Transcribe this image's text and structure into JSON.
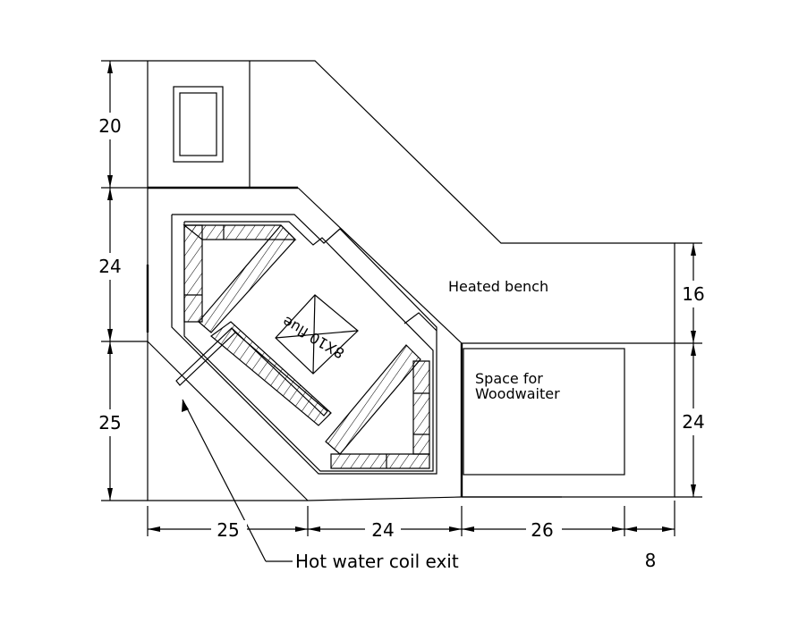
{
  "dimensions": {
    "left": [
      "20",
      "24",
      "25"
    ],
    "right": [
      "16",
      "24"
    ],
    "bottom": [
      "25",
      "24",
      "26",
      "8"
    ]
  },
  "labels": {
    "heated_bench": "Heated bench",
    "woodwaiter_line1": "Space for",
    "woodwaiter_line2": "Woodwaiter",
    "flue": "8X10 flue",
    "coil_exit": "Hot water coil exit"
  }
}
